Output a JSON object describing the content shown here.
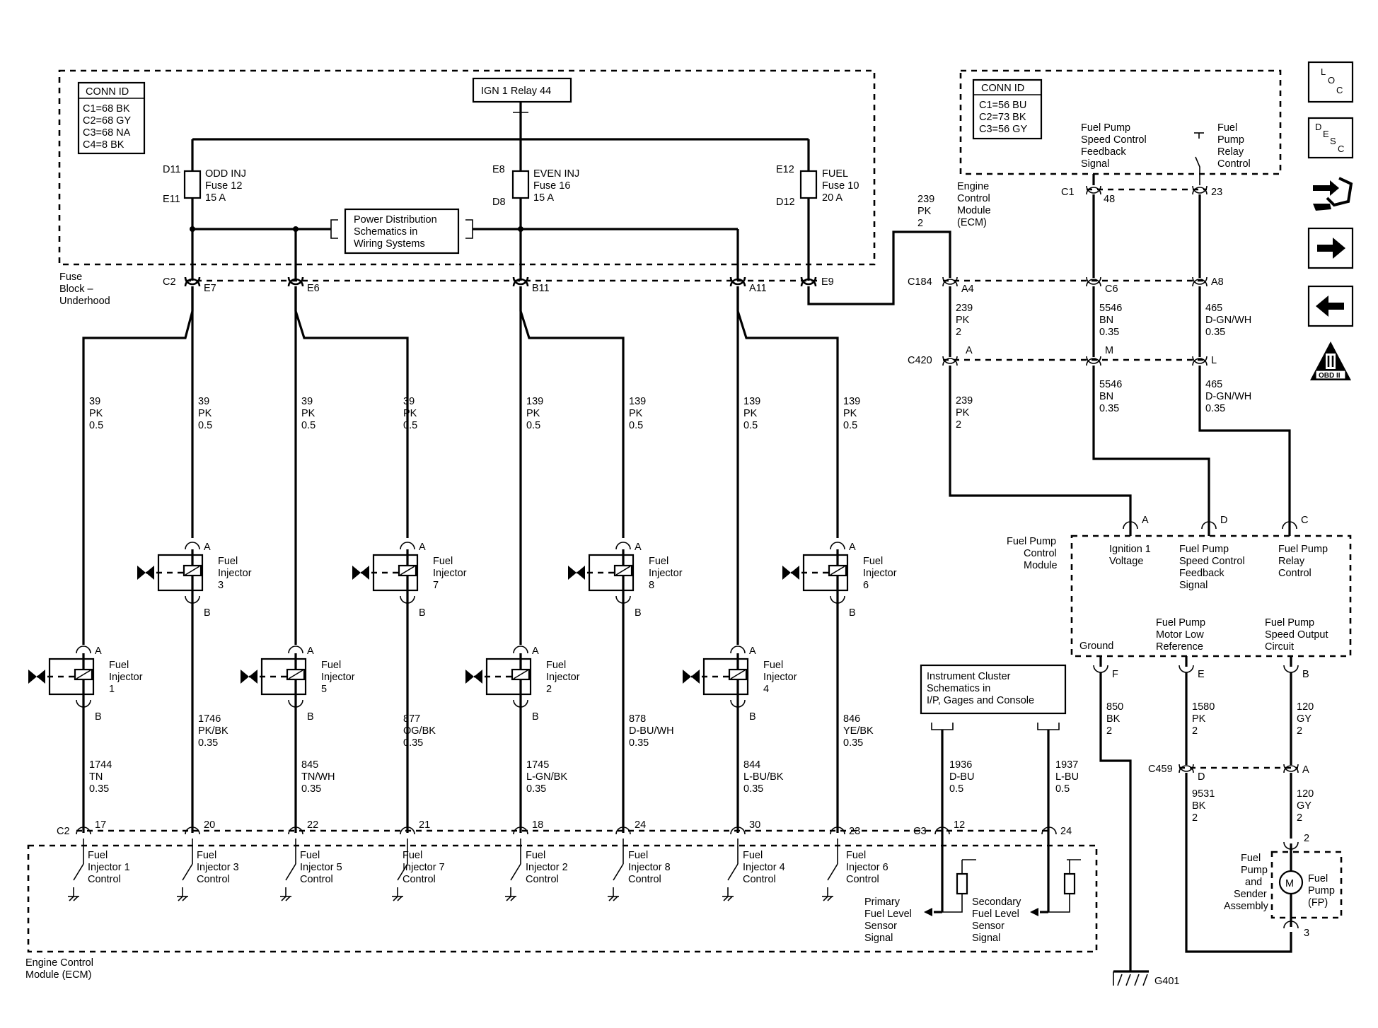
{
  "conn_id_fuse": {
    "title": "CONN ID",
    "lines": [
      "C1=68 BK",
      "C2=68 GY",
      "C3=68 NA",
      "C4=8 BK"
    ]
  },
  "conn_id_ecm": {
    "title": "CONN ID",
    "lines": [
      "C1=56 BU",
      "C2=73 BK",
      "C3=56 GY"
    ]
  },
  "ign_relay": "IGN 1 Relay 44",
  "power_dist": [
    "Power Distribution",
    "Schematics in",
    "Wiring Systems"
  ],
  "fuse_block": [
    "Fuse",
    "Block –",
    "Underhood"
  ],
  "fuses": [
    {
      "top_term": "D11",
      "bottom_term": "E11",
      "lines": [
        "ODD INJ",
        "Fuse 12",
        "15 A"
      ]
    },
    {
      "top_term": "E8",
      "bottom_term": "D8",
      "lines": [
        "EVEN INJ",
        "Fuse 16",
        "15 A"
      ]
    },
    {
      "top_term": "E12",
      "bottom_term": "D12",
      "lines": [
        "FUEL",
        "Fuse 10",
        "20 A"
      ]
    }
  ],
  "fuse_block_terminals": {
    "connector": "C2",
    "pins": [
      "E7",
      "E6",
      "B11",
      "A11",
      "E9"
    ]
  },
  "injector_supply_wires": [
    {
      "circuit": "39",
      "color": "PK",
      "gauge": "0.5"
    },
    {
      "circuit": "39",
      "color": "PK",
      "gauge": "0.5"
    },
    {
      "circuit": "39",
      "color": "PK",
      "gauge": "0.5"
    },
    {
      "circuit": "39",
      "color": "PK",
      "gauge": "0.5"
    },
    {
      "circuit": "139",
      "color": "PK",
      "gauge": "0.5"
    },
    {
      "circuit": "139",
      "color": "PK",
      "gauge": "0.5"
    },
    {
      "circuit": "139",
      "color": "PK",
      "gauge": "0.5"
    },
    {
      "circuit": "139",
      "color": "PK",
      "gauge": "0.5"
    }
  ],
  "injectors": [
    {
      "label": [
        "Fuel",
        "Injector",
        "1"
      ],
      "pin_a": "A",
      "pin_b": "B"
    },
    {
      "label": [
        "Fuel",
        "Injector",
        "3"
      ],
      "pin_a": "A",
      "pin_b": "B"
    },
    {
      "label": [
        "Fuel",
        "Injector",
        "5"
      ],
      "pin_a": "A",
      "pin_b": "B"
    },
    {
      "label": [
        "Fuel",
        "Injector",
        "7"
      ],
      "pin_a": "A",
      "pin_b": "B"
    },
    {
      "label": [
        "Fuel",
        "Injector",
        "2"
      ],
      "pin_a": "A",
      "pin_b": "B"
    },
    {
      "label": [
        "Fuel",
        "Injector",
        "8"
      ],
      "pin_a": "A",
      "pin_b": "B"
    },
    {
      "label": [
        "Fuel",
        "Injector",
        "4"
      ],
      "pin_a": "A",
      "pin_b": "B"
    },
    {
      "label": [
        "Fuel",
        "Injector",
        "6"
      ],
      "pin_a": "A",
      "pin_b": "B"
    }
  ],
  "injector_control_wires": [
    {
      "circuit": "1744",
      "color": "TN",
      "gauge": "0.35",
      "pin": "17"
    },
    {
      "circuit": "1746",
      "color": "PK/BK",
      "gauge": "0.35",
      "pin": "20"
    },
    {
      "circuit": "845",
      "color": "TN/WH",
      "gauge": "0.35",
      "pin": "22"
    },
    {
      "circuit": "877",
      "color": "OG/BK",
      "gauge": "0.35",
      "pin": "21"
    },
    {
      "circuit": "1745",
      "color": "L-GN/BK",
      "gauge": "0.35",
      "pin": "18"
    },
    {
      "circuit": "878",
      "color": "D-BU/WH",
      "gauge": "0.35",
      "pin": "24"
    },
    {
      "circuit": "844",
      "color": "L-BU/BK",
      "gauge": "0.35",
      "pin": "30"
    },
    {
      "circuit": "846",
      "color": "YE/BK",
      "gauge": "0.35",
      "pin": "23"
    }
  ],
  "ecm_controls": [
    [
      "Fuel",
      "Injector 1",
      "Control"
    ],
    [
      "Fuel",
      "Injector 3",
      "Control"
    ],
    [
      "Fuel",
      "Injector 5",
      "Control"
    ],
    [
      "Fuel",
      "Injector 7",
      "Control"
    ],
    [
      "Fuel",
      "Injector 2",
      "Control"
    ],
    [
      "Fuel",
      "Injector 8",
      "Control"
    ],
    [
      "Fuel",
      "Injector 4",
      "Control"
    ],
    [
      "Fuel",
      "Injector 6",
      "Control"
    ]
  ],
  "ecm_connector_bottom": "C2",
  "ecm_connector_c3": "C3",
  "ecm_label": [
    "Engine Control",
    "Module (ECM)"
  ],
  "ecm_top_label": [
    "Engine",
    "Control",
    "Module",
    "(ECM)"
  ],
  "ecm_c1": "C1",
  "ecm_pins_top": [
    {
      "pin": "48",
      "label": [
        "Fuel Pump",
        "Speed Control",
        "Feedback",
        "Signal"
      ]
    },
    {
      "pin": "23",
      "label": [
        "Fuel",
        "Pump",
        "Relay",
        "Control"
      ]
    }
  ],
  "wire_239_top": {
    "circuit": "239",
    "color": "PK",
    "gauge": "2"
  },
  "connectors": {
    "c184": "C184",
    "c420": "C420",
    "c459": "C459"
  },
  "c184_pins": [
    "A4",
    "C6",
    "A8"
  ],
  "c420_pins": [
    "A",
    "M",
    "L"
  ],
  "fp_wires_mid": [
    {
      "circuit": "239",
      "color": "PK",
      "gauge": "2"
    },
    {
      "circuit": "5546",
      "color": "BN",
      "gauge": "0.35"
    },
    {
      "circuit": "465",
      "color": "D-GN/WH",
      "gauge": "0.35"
    }
  ],
  "fpcm_label": [
    "Fuel Pump",
    "Control",
    "Module"
  ],
  "fpcm_top_pins": [
    {
      "pin": "A",
      "label": [
        "Ignition 1",
        "Voltage"
      ]
    },
    {
      "pin": "D",
      "label": [
        "Fuel Pump",
        "Speed Control",
        "Feedback",
        "Signal"
      ]
    },
    {
      "pin": "C",
      "label": [
        "Fuel Pump",
        "Relay",
        "Control"
      ]
    }
  ],
  "fpcm_bottom_pins": [
    {
      "pin": "F",
      "label": [
        "Ground"
      ]
    },
    {
      "pin": "E",
      "label": [
        "Fuel Pump",
        "Motor Low",
        "Reference"
      ]
    },
    {
      "pin": "B",
      "label": [
        "Fuel Pump",
        "Speed Output",
        "Circuit"
      ]
    }
  ],
  "fpcm_out_wires": [
    {
      "circuit": "850",
      "color": "BK",
      "gauge": "2"
    },
    {
      "circuit": "1580",
      "color": "PK",
      "gauge": "2"
    },
    {
      "circuit": "120",
      "color": "GY",
      "gauge": "2"
    }
  ],
  "c459_pins": [
    "D",
    "A"
  ],
  "wire_9531": {
    "circuit": "9531",
    "color": "BK",
    "gauge": "2"
  },
  "wire_120_lower": {
    "circuit": "120",
    "color": "GY",
    "gauge": "2"
  },
  "fp_assembly": {
    "pin_top": "2",
    "pin_bottom": "3",
    "motor": "M",
    "label": [
      "Fuel",
      "Pump",
      "and",
      "Sender",
      "Assembly"
    ],
    "pump_label": [
      "Fuel",
      "Pump",
      "(FP)"
    ]
  },
  "ground": "G401",
  "instrument_cluster": [
    "Instrument Cluster",
    "Schematics in",
    "I/P, Gages and Console"
  ],
  "fuel_level_wires": [
    {
      "circuit": "1936",
      "color": "D-BU",
      "gauge": "0.5",
      "pin": "12"
    },
    {
      "circuit": "1937",
      "color": "L-BU",
      "gauge": "0.5",
      "pin": "24"
    }
  ],
  "fuel_level_signals": [
    [
      "Primary",
      "Fuel Level",
      "Sensor",
      "Signal"
    ],
    [
      "Secondary",
      "Fuel Level",
      "Sensor",
      "Signal"
    ]
  ],
  "side_icons": {
    "loc": [
      "L",
      "O",
      "C"
    ],
    "desc": [
      "D",
      "E",
      "S",
      "C"
    ],
    "obd": "OBD II"
  }
}
